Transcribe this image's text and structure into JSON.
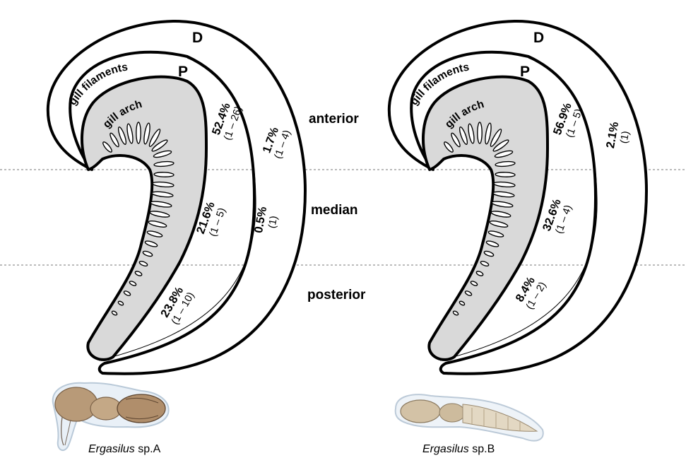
{
  "regions": {
    "anterior": "anterior",
    "median": "median",
    "posterior": "posterior"
  },
  "labels": {
    "distal": "D",
    "proximal": "P",
    "gill_filaments": "gill filaments",
    "gill_arch": "gill arch"
  },
  "species_a": {
    "genus": "Ergasilus",
    "suffix": " sp.A",
    "proximal": {
      "anterior": {
        "pct": "52.4%",
        "range": "(1 – 26)"
      },
      "median": {
        "pct": "21.6%",
        "range": "(1 – 5)"
      },
      "posterior": {
        "pct": "23.8%",
        "range": "(1 – 10)"
      }
    },
    "distal": {
      "anterior": {
        "pct": "1.7%",
        "range": "(1 – 4)"
      },
      "median": {
        "pct": "0.5%",
        "range": "(1)"
      }
    }
  },
  "species_b": {
    "genus": "Ergasilus",
    "suffix": " sp.B",
    "proximal": {
      "anterior": {
        "pct": "56.9%",
        "range": "(1 – 5)"
      },
      "median": {
        "pct": "32.6%",
        "range": "(1 – 4)"
      },
      "posterior": {
        "pct": "8.4%",
        "range": "(1 – 2)"
      }
    },
    "distal": {
      "anterior": {
        "pct": "2.1%",
        "range": "(1)"
      }
    }
  },
  "colors": {
    "arch_fill": "#d9d9d9",
    "outline": "#000000",
    "divider": "#777777",
    "copepod_a": "#b89a78",
    "copepod_b": "#d3c2a6"
  }
}
